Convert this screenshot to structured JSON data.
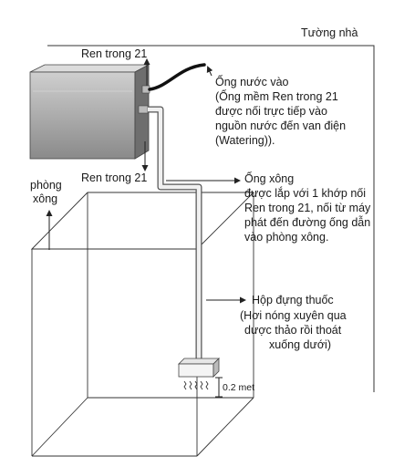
{
  "labels": {
    "wall": "Tường nhà",
    "thread_top": "Ren trong 21",
    "thread_bottom": "Ren trong 21",
    "room": [
      "phòng",
      "xông"
    ],
    "water_inlet": [
      "Ống nước vào",
      "(Ống mềm Ren trong 21",
      "được nối trực tiếp vào",
      "nguồn nước đến van điện",
      "(Watering))."
    ],
    "steam_pipe": [
      "Ống xông",
      "được lắp với 1 khớp nối",
      "Ren trong 21, nối từ máy",
      "phát đến đường ống dẫn",
      "vào phòng xông."
    ],
    "herb_box": [
      "Hộp đựng thuốc",
      "(Hơi nóng xuyên qua",
      "dược thảo rồi thoát",
      "xuống dưới)"
    ],
    "height": "0.2 met"
  },
  "colors": {
    "line": "#333333",
    "machine_front_top": "#c9c9c9",
    "machine_front_bottom": "#8e8e8e",
    "machine_top": "#dcdcdc",
    "machine_side": "#707070",
    "hose": "#111111"
  }
}
